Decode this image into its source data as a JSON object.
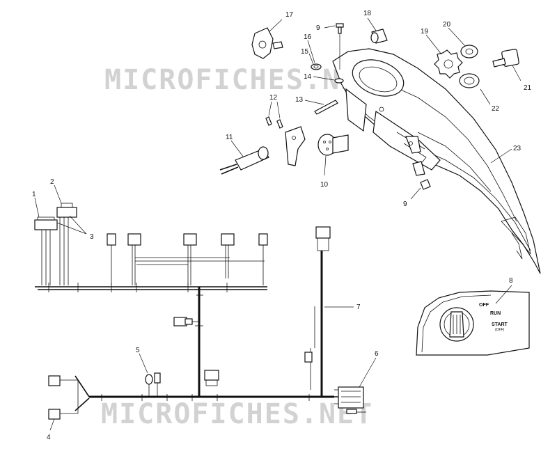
{
  "watermark": {
    "top": "MICROFICHES.NET",
    "bottom": "MICROFICHES.NET"
  },
  "callouts": {
    "c1": "1",
    "c2": "2",
    "c3": "3",
    "c4": "4",
    "c5": "5",
    "c6": "6",
    "c7": "7",
    "c8": "8",
    "c9a": "9",
    "c9b": "9",
    "c10": "10",
    "c11": "11",
    "c12": "12",
    "c13": "13",
    "c14": "14",
    "c15": "15",
    "c16": "16",
    "c17": "17",
    "c18": "18",
    "c19": "19",
    "c20": "20",
    "c21": "21",
    "c22": "22",
    "c23": "23"
  },
  "ignition_panel": {
    "off": "OFF",
    "run": "RUN",
    "start": "START",
    "start_sub": "(OFF)"
  }
}
